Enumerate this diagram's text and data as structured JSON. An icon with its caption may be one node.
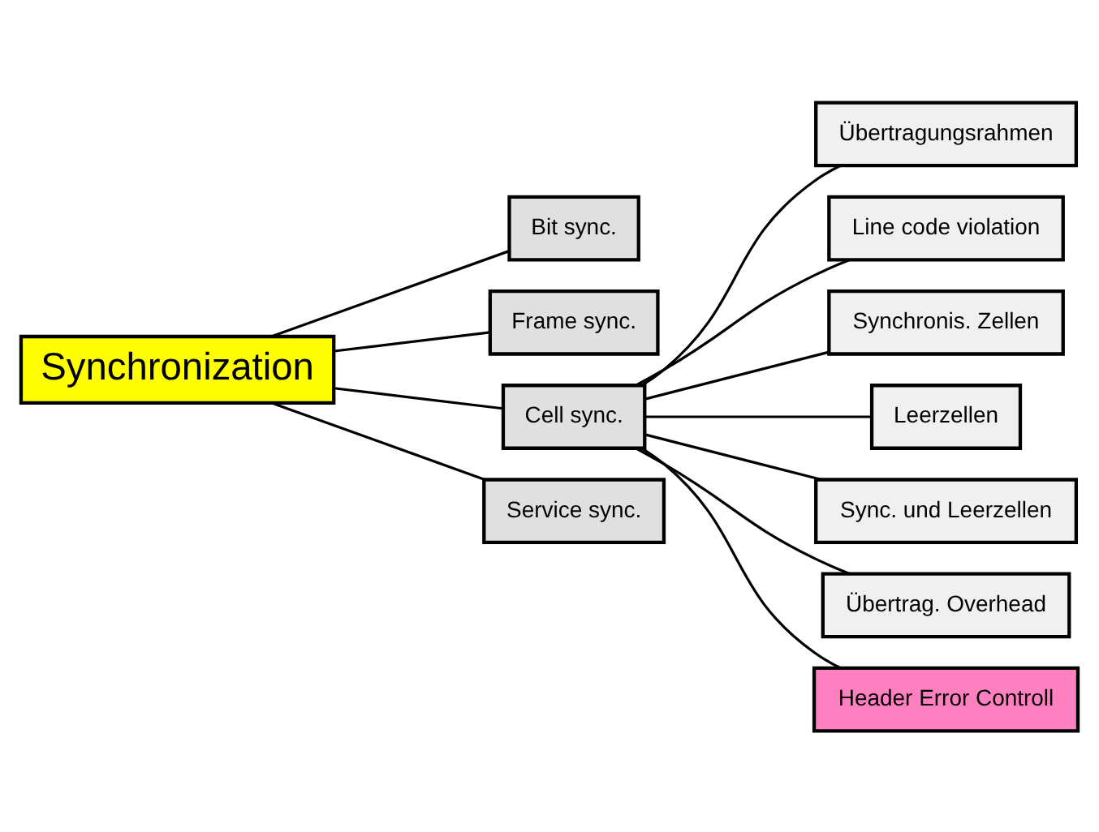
{
  "diagram": {
    "nodes": [
      {
        "text": [
          "Synchronization"
        ]
      },
      {
        "text": [
          "Bit sync."
        ]
      },
      {
        "text": [
          "Frame sync."
        ]
      },
      {
        "text": [
          "Cell sync."
        ]
      },
      {
        "text": [
          "Service sync."
        ]
      },
      {
        "text": [
          "Übertragungsrahmen"
        ]
      },
      {
        "text": [
          "Line code violation"
        ]
      },
      {
        "text": [
          "Synchronis. Zellen"
        ]
      },
      {
        "text": [
          "Leerzellen"
        ]
      },
      {
        "text": [
          "Sync. und Leerzellen"
        ]
      },
      {
        "text": [
          "Übertrag. Overhead"
        ]
      },
      {
        "text": [
          "Header Error Controll"
        ]
      }
    ],
    "edges": [
      {
        "from": 0,
        "to": 1,
        "arrow": "none"
      },
      {
        "from": 0,
        "to": 2,
        "arrow": "none"
      },
      {
        "from": 0,
        "to": 3,
        "arrow": "none"
      },
      {
        "from": 0,
        "to": 4,
        "arrow": "none"
      },
      {
        "from": 3,
        "to": 5,
        "arrow": "none"
      },
      {
        "from": 3,
        "to": 6,
        "arrow": "none"
      },
      {
        "from": 3,
        "to": 7,
        "arrow": "none"
      },
      {
        "from": 3,
        "to": 8,
        "arrow": "none"
      },
      {
        "from": 3,
        "to": 9,
        "arrow": "none"
      },
      {
        "from": 3,
        "to": 10,
        "arrow": "none"
      },
      {
        "from": 3,
        "to": 11,
        "arrow": "none"
      }
    ]
  }
}
